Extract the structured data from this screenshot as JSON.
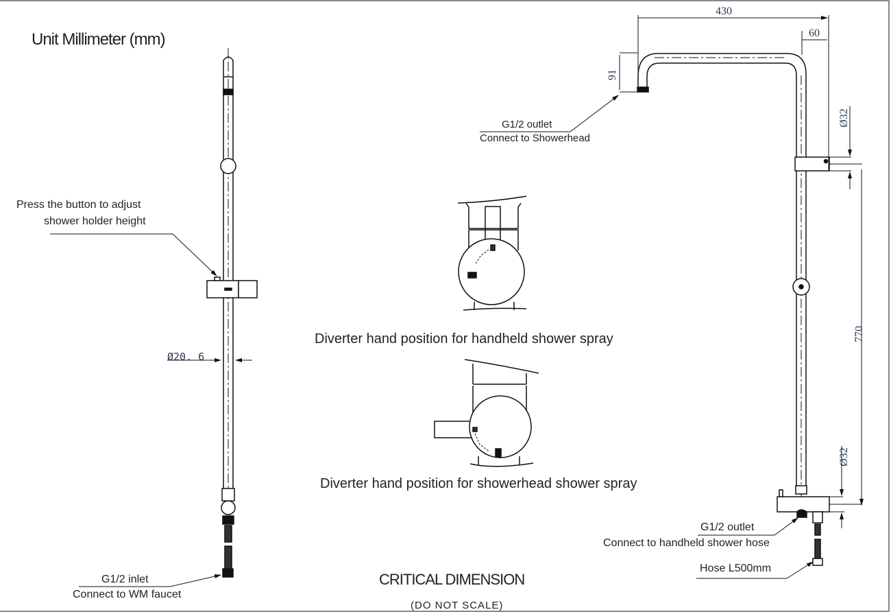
{
  "drawing": {
    "unit_title": "Unit Millimeter (mm)",
    "critical_title": "CRITICAL DIMENSION",
    "critical_subtitle": "(DO NOT SCALE)"
  },
  "left_view": {
    "holder_note_line1": "Press the button to adjust",
    "holder_note_line2": "shower holder height",
    "diameter_label": "Ø20. 6",
    "inlet_line1": "G1/2 inlet",
    "inlet_line2": "Connect to WM faucet"
  },
  "center_view": {
    "diverter_caption_handheld": "Diverter hand position for handheld shower spray",
    "diverter_caption_showerhead": "Diverter hand position for showerhead shower spray"
  },
  "right_view": {
    "dimensions": {
      "arm_length": "430",
      "arm_offset": "60",
      "drop_height": "91",
      "top_clamp_diameter": "Ø32",
      "rail_height": "770",
      "bottom_body_diameter": "Ø32"
    },
    "top_outlet_line1": "G1/2 outlet",
    "top_outlet_line2": "Connect to Showerhead",
    "bottom_outlet_line1": "G1/2 outlet",
    "bottom_outlet_line2": "Connect to handheld shower hose",
    "hose_label": "Hose L500mm"
  }
}
